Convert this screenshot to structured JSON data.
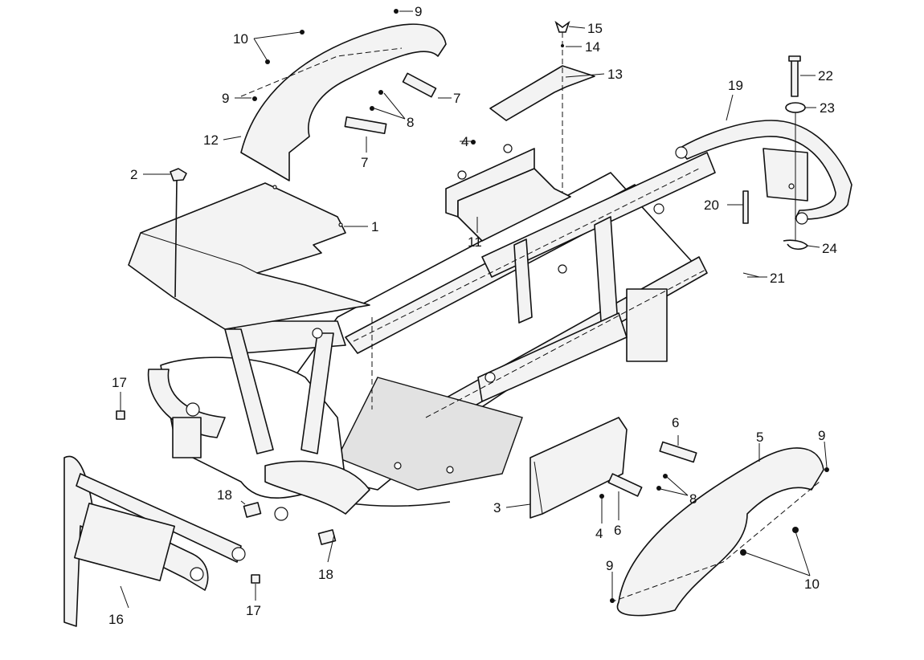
{
  "callouts": [
    {
      "id": "c1",
      "text": "1"
    },
    {
      "id": "c2",
      "text": "2"
    },
    {
      "id": "c3",
      "text": "3"
    },
    {
      "id": "c4a",
      "text": "4"
    },
    {
      "id": "c4b",
      "text": "4"
    },
    {
      "id": "c5",
      "text": "5"
    },
    {
      "id": "c6a",
      "text": "6"
    },
    {
      "id": "c6b",
      "text": "6"
    },
    {
      "id": "c7a",
      "text": "7"
    },
    {
      "id": "c7b",
      "text": "7"
    },
    {
      "id": "c8a",
      "text": "8"
    },
    {
      "id": "c8b",
      "text": "8"
    },
    {
      "id": "c9a",
      "text": "9"
    },
    {
      "id": "c9b",
      "text": "9"
    },
    {
      "id": "c9c",
      "text": "9"
    },
    {
      "id": "c9d",
      "text": "9"
    },
    {
      "id": "c10a",
      "text": "10"
    },
    {
      "id": "c10b",
      "text": "10"
    },
    {
      "id": "c11",
      "text": "11"
    },
    {
      "id": "c12",
      "text": "12"
    },
    {
      "id": "c13",
      "text": "13"
    },
    {
      "id": "c14",
      "text": "14"
    },
    {
      "id": "c15",
      "text": "15"
    },
    {
      "id": "c16",
      "text": "16"
    },
    {
      "id": "c17a",
      "text": "17"
    },
    {
      "id": "c17b",
      "text": "17"
    },
    {
      "id": "c18a",
      "text": "18"
    },
    {
      "id": "c18b",
      "text": "18"
    },
    {
      "id": "c19",
      "text": "19"
    },
    {
      "id": "c20",
      "text": "20"
    },
    {
      "id": "c21",
      "text": "21"
    },
    {
      "id": "c22",
      "text": "22"
    },
    {
      "id": "c23",
      "text": "23"
    },
    {
      "id": "c24",
      "text": "24"
    }
  ]
}
